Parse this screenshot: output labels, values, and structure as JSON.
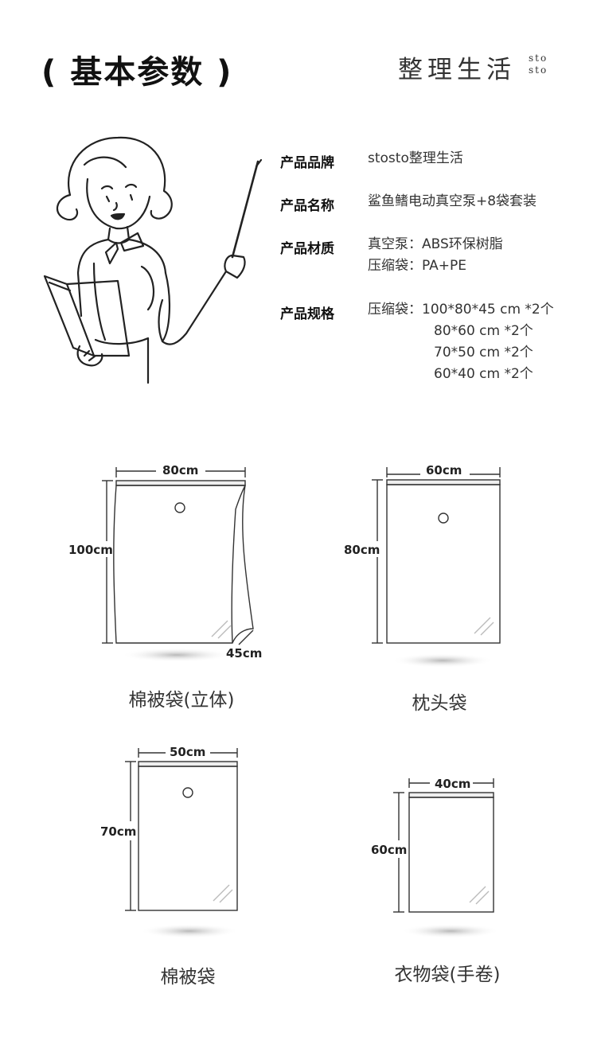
{
  "header": {
    "title": "( 基本参数 )",
    "brand_cn": "整理生活",
    "brand_latin_top": "sto",
    "brand_latin_bottom": "sto"
  },
  "specs": {
    "brand": {
      "label": "产品品牌",
      "value": "stosto整理生活"
    },
    "name": {
      "label": "产品名称",
      "value": "鲨鱼鳍电动真空泵+8袋套装"
    },
    "material": {
      "label": "产品材质",
      "lines": [
        "真空泵：ABS环保树脂",
        "压缩袋：PA+PE"
      ]
    },
    "size": {
      "label": "产品规格",
      "lines": [
        "压缩袋：100*80*45 cm *2个",
        "80*60 cm *2个",
        "70*50 cm *2个",
        "60*40 cm *2个"
      ]
    }
  },
  "bags": [
    {
      "caption": "棉被袋(立体)",
      "width": "80cm",
      "height": "100cm",
      "depth": "45cm"
    },
    {
      "caption": "枕头袋",
      "width": "60cm",
      "height": "80cm"
    },
    {
      "caption": "棉被袋",
      "width": "50cm",
      "height": "70cm"
    },
    {
      "caption": "衣物袋(手卷)",
      "width": "40cm",
      "height": "60cm"
    }
  ],
  "colors": {
    "text": "#222222",
    "line": "#333333",
    "shadow": "#cfcfcf"
  }
}
